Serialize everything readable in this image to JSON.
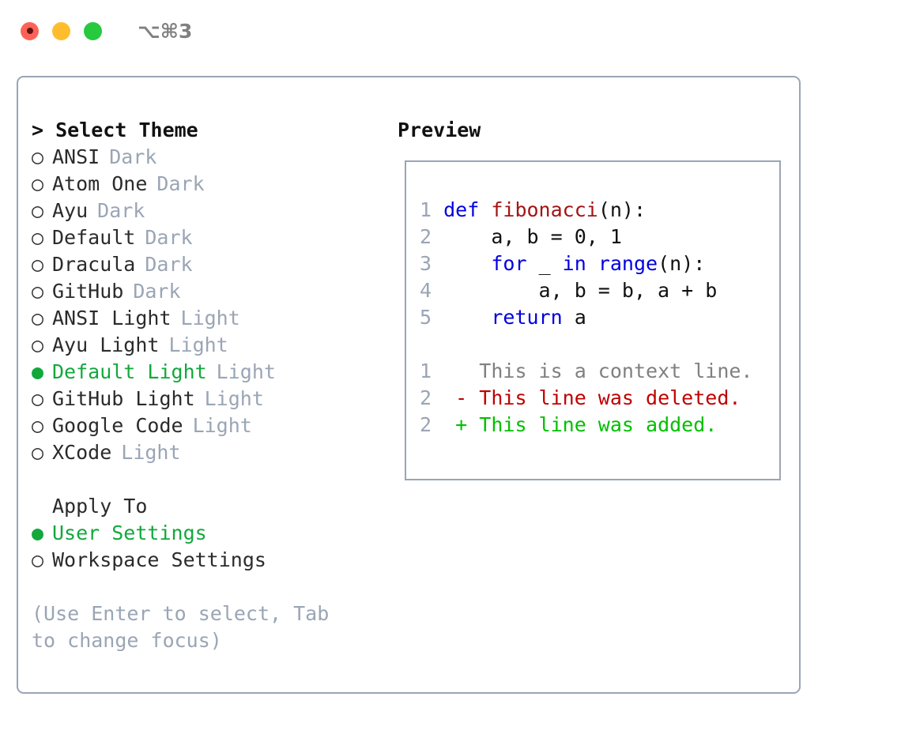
{
  "titlebar": {
    "dots": [
      {
        "name": "close",
        "color": "#ff6159"
      },
      {
        "name": "minimize",
        "color": "#ffbd2e"
      },
      {
        "name": "maximize",
        "color": "#27c93f"
      }
    ],
    "shortcut": "⌥⌘3"
  },
  "left": {
    "heading": "> Select Theme",
    "themes": [
      {
        "marker": "○",
        "label": "ANSI",
        "tag": "Dark",
        "selected": false
      },
      {
        "marker": "○",
        "label": "Atom One",
        "tag": "Dark",
        "selected": false
      },
      {
        "marker": "○",
        "label": "Ayu",
        "tag": "Dark",
        "selected": false
      },
      {
        "marker": "○",
        "label": "Default",
        "tag": "Dark",
        "selected": false
      },
      {
        "marker": "○",
        "label": "Dracula",
        "tag": "Dark",
        "selected": false
      },
      {
        "marker": "○",
        "label": "GitHub",
        "tag": "Dark",
        "selected": false
      },
      {
        "marker": "○",
        "label": "ANSI Light",
        "tag": "Light",
        "selected": false
      },
      {
        "marker": "○",
        "label": "Ayu Light",
        "tag": "Light",
        "selected": false
      },
      {
        "marker": "●",
        "label": "Default Light",
        "tag": "Light",
        "selected": true
      },
      {
        "marker": "○",
        "label": "GitHub Light",
        "tag": "Light",
        "selected": false
      },
      {
        "marker": "○",
        "label": "Google Code",
        "tag": "Light",
        "selected": false
      },
      {
        "marker": "○",
        "label": "XCode",
        "tag": "Light",
        "selected": false
      }
    ],
    "apply_to_heading": "Apply To",
    "apply_to": [
      {
        "marker": "●",
        "label": "User Settings",
        "selected": true
      },
      {
        "marker": "○",
        "label": "Workspace Settings",
        "selected": false
      }
    ],
    "hint": "(Use Enter to select, Tab to change focus)"
  },
  "right": {
    "title": "Preview",
    "code": [
      {
        "num": "1",
        "tokens": [
          {
            "t": "def ",
            "c": "kw"
          },
          {
            "t": "fibonacci",
            "c": "fn"
          },
          {
            "t": "(n):",
            "c": "plain"
          }
        ]
      },
      {
        "num": "2",
        "tokens": [
          {
            "t": "    a, b = 0, 1",
            "c": "plain"
          }
        ]
      },
      {
        "num": "3",
        "tokens": [
          {
            "t": "    ",
            "c": "plain"
          },
          {
            "t": "for ",
            "c": "kw"
          },
          {
            "t": "_ ",
            "c": "plain"
          },
          {
            "t": "in ",
            "c": "kw"
          },
          {
            "t": "range",
            "c": "builtin"
          },
          {
            "t": "(n):",
            "c": "plain"
          }
        ]
      },
      {
        "num": "4",
        "tokens": [
          {
            "t": "        a, b = b, a + b",
            "c": "plain"
          }
        ]
      },
      {
        "num": "5",
        "tokens": [
          {
            "t": "    ",
            "c": "plain"
          },
          {
            "t": "return ",
            "c": "kw"
          },
          {
            "t": "a",
            "c": "plain"
          }
        ]
      }
    ],
    "diff": [
      {
        "num": "1",
        "marker": " ",
        "text": "This is a context line.",
        "kind": "context"
      },
      {
        "num": "2",
        "marker": "-",
        "text": "This line was deleted.",
        "kind": "deleted"
      },
      {
        "num": "2",
        "marker": "+",
        "text": "This line was added.",
        "kind": "added"
      }
    ]
  },
  "colors": {
    "accent_green": "#12a83c",
    "muted": "#9aa5b5",
    "keyword_blue": "#0000e0",
    "function_red": "#a31515",
    "diff_deleted": "#c00000",
    "diff_added": "#00c000"
  }
}
